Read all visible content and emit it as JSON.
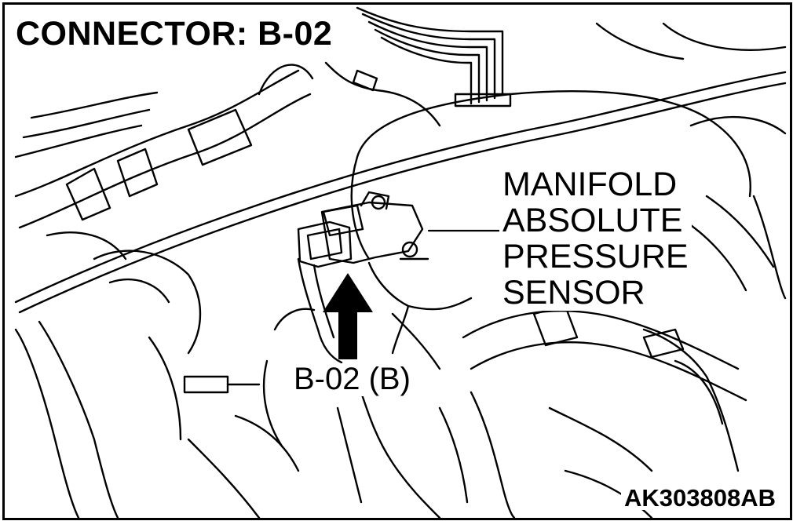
{
  "diagram": {
    "title": "CONNECTOR: B-02",
    "component_label_lines": [
      "MANIFOLD",
      "ABSOLUTE",
      "PRESSURE",
      "SENSOR"
    ],
    "connector_label": "B-02 (B)",
    "figure_id": "AK303808AB"
  },
  "colors": {
    "ink": "#000000",
    "paper": "#ffffff"
  }
}
